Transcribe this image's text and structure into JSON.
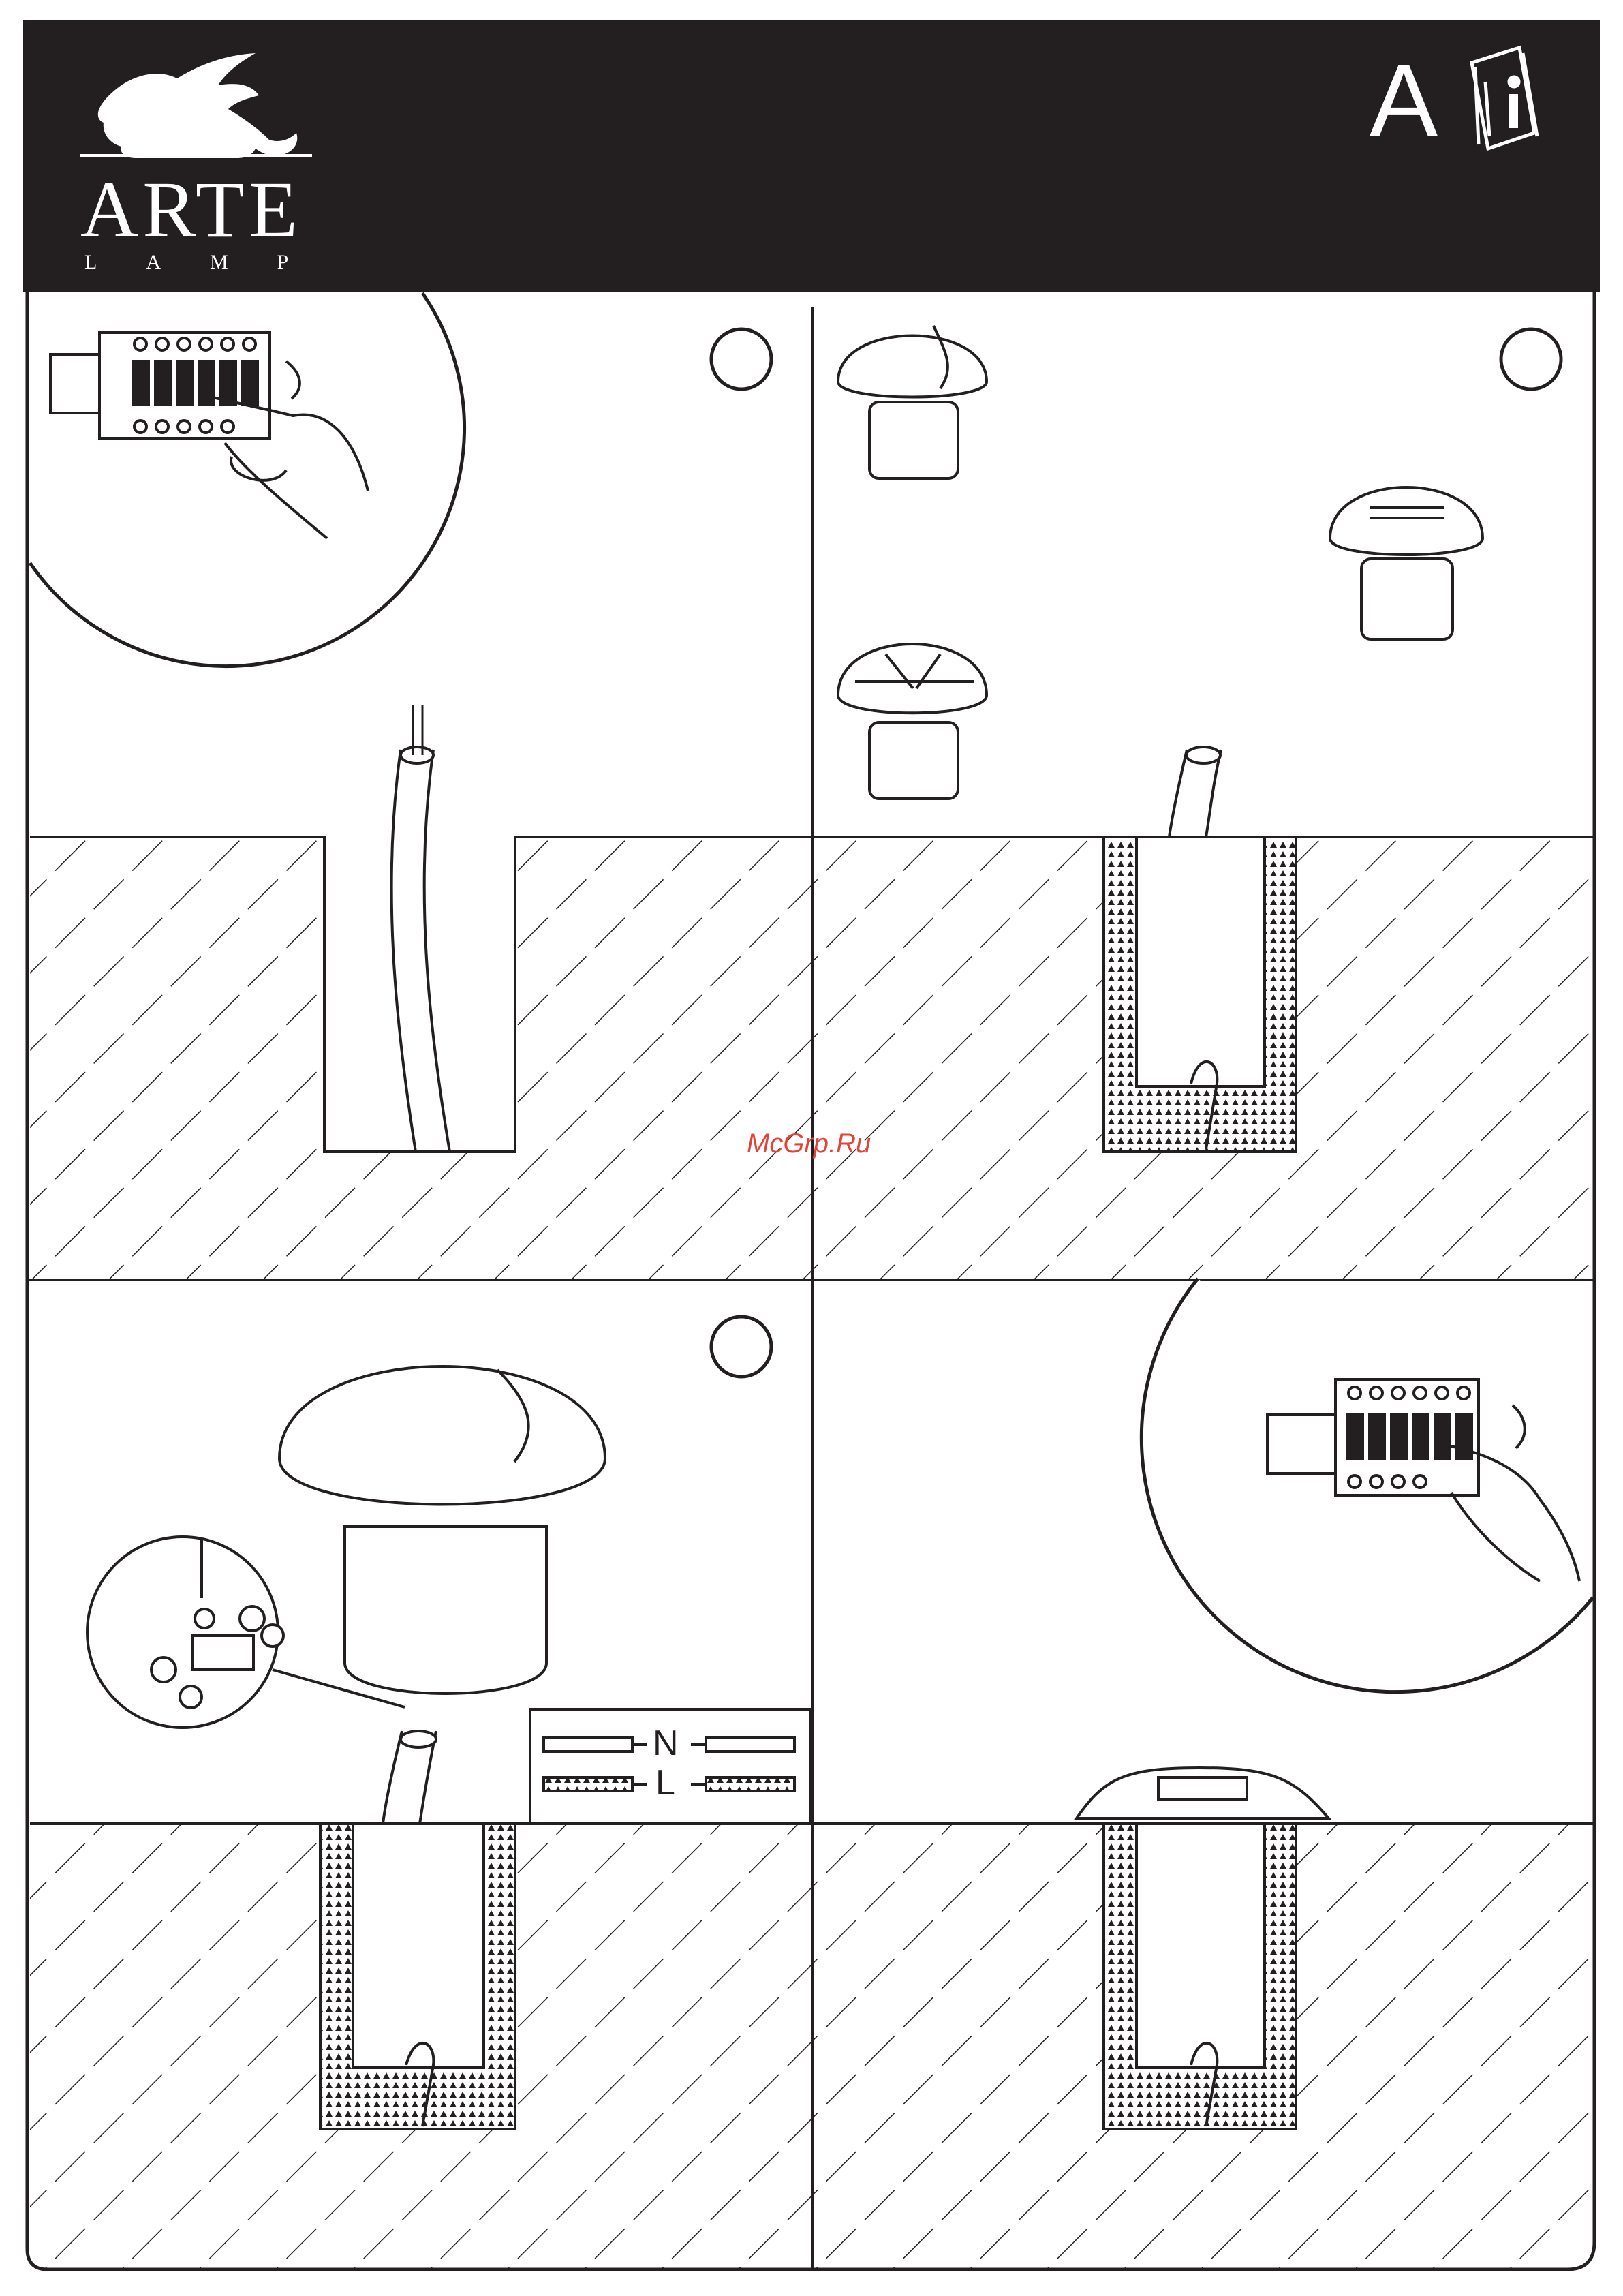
{
  "header": {
    "brand_name": "ARTE",
    "brand_sub": "LAMP",
    "section_letter": "A",
    "logo_icon": "griffin-logo-icon",
    "manual_icon": "info-manual-icon"
  },
  "watermark": "McGrp.Ru",
  "legend": {
    "neutral_label": "N",
    "live_label": "L"
  },
  "colors": {
    "ink": "#231f20",
    "paper": "#ffffff",
    "watermark": "#e0443a"
  }
}
